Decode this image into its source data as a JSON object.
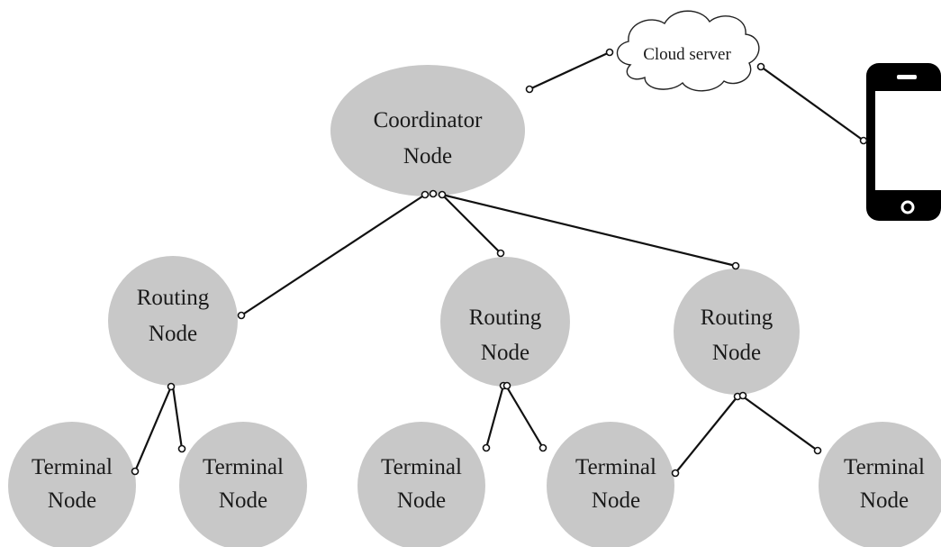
{
  "nodes": {
    "coordinator": {
      "line1": "Coordinator",
      "line2": "Node"
    },
    "routing": [
      {
        "line1": "Routing",
        "line2": "Node"
      },
      {
        "line1": "Routing",
        "line2": "Node"
      },
      {
        "line1": "Routing",
        "line2": "Node"
      }
    ],
    "terminal": [
      {
        "line1": "Terminal",
        "line2": "Node"
      },
      {
        "line1": "Terminal",
        "line2": "Node"
      },
      {
        "line1": "Terminal",
        "line2": "Node"
      },
      {
        "line1": "Terminal",
        "line2": "Node"
      },
      {
        "line1": "Terminal",
        "line2": "Node"
      }
    ]
  },
  "cloud": {
    "label": "Cloud server"
  },
  "phone": {
    "icon": "smartphone-icon"
  },
  "colors": {
    "node_fill": "#c8c8c8",
    "line": "#111111",
    "phone": "#000000"
  }
}
